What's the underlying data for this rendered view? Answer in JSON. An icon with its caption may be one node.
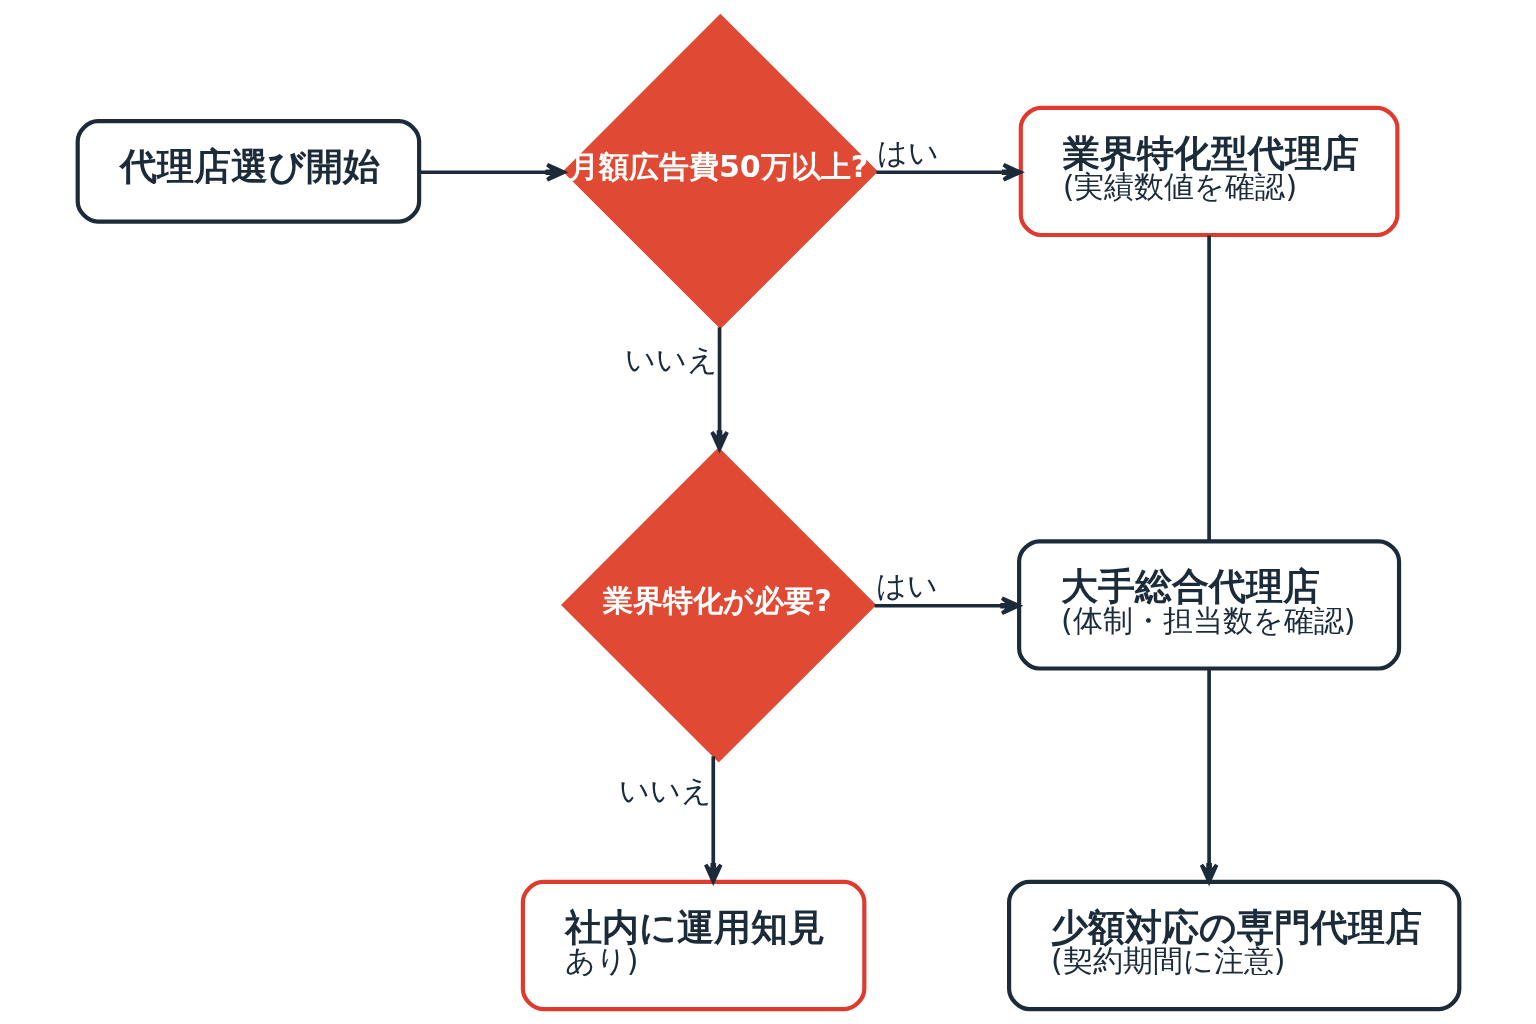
{
  "diagram": {
    "nodes": [
      {
        "text": [
          "代理店選び開始"
        ]
      },
      {
        "text": [
          "月額広告費50万以上?"
        ]
      },
      {
        "text": [
          "業界特化型代理店",
          "(実績数値を確認)"
        ]
      },
      {
        "text": [
          "業界特化が必要?"
        ]
      },
      {
        "text": [
          "大手総合代理店",
          "(体制・担当数を確認)"
        ]
      },
      {
        "text": [
          "社内に運用知見",
          "あり)"
        ]
      },
      {
        "text": [
          "少額対応の専門代理店",
          "(契約期間に注意)"
        ]
      }
    ],
    "edges": [
      {
        "from": 0,
        "to": 1,
        "arrow": "to"
      },
      {
        "from": 1,
        "to": 2,
        "arrow": "to",
        "label": "はい"
      },
      {
        "from": 1,
        "to": 3,
        "arrow": "to",
        "label": "いいえ"
      },
      {
        "from": 2,
        "to": 4,
        "arrow": "none"
      },
      {
        "from": 3,
        "to": 4,
        "arrow": "to",
        "label": "はい"
      },
      {
        "from": 3,
        "to": 5,
        "arrow": "to",
        "label": "いいえ"
      },
      {
        "from": 4,
        "to": 6,
        "arrow": "to"
      }
    ]
  }
}
